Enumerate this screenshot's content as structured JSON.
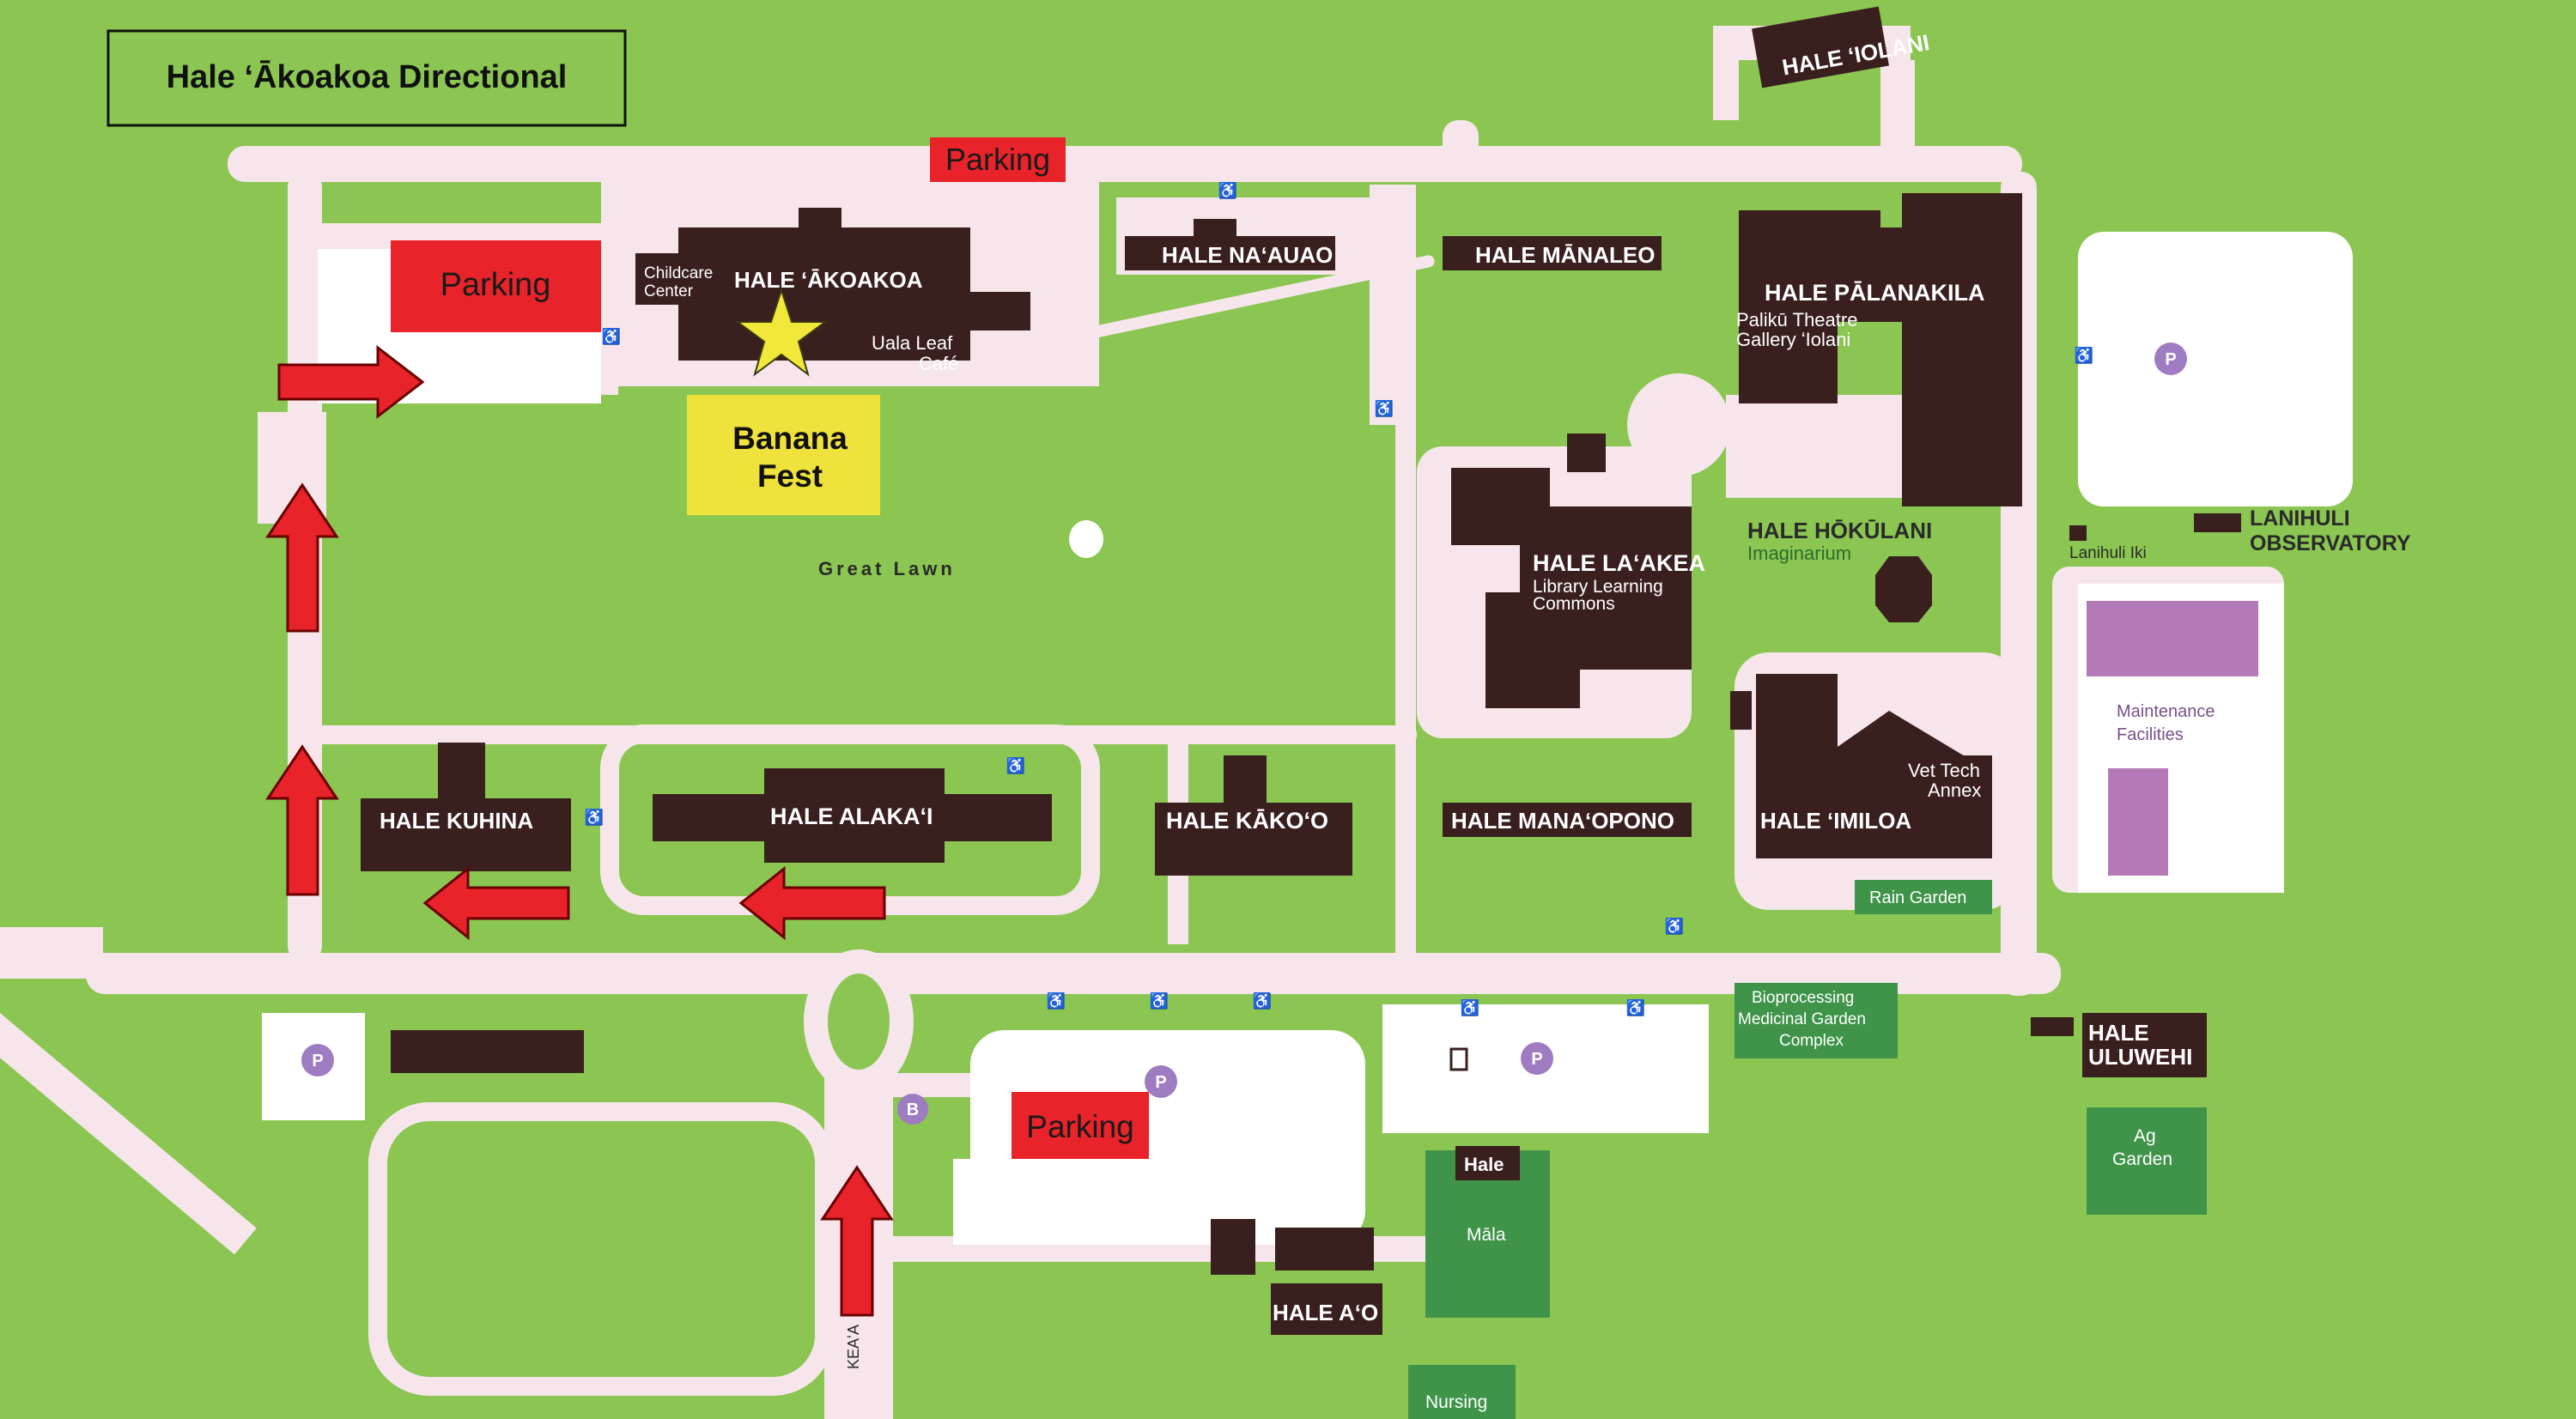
{
  "title": "Hale ‘Ākoakoa Directional",
  "colors": {
    "lawn": "#8bc652",
    "path": "#f6e6ec",
    "building": "#3a1f1f",
    "parking_tag": "#e8232a",
    "arrow": "#e8232a",
    "highlight": "#f0e23c",
    "star": "#f2e83a",
    "garden": "#3f9449",
    "maintenance": "#b47ab8",
    "icon": "#9e7cc1"
  },
  "parking_tags": [
    "Parking",
    "Parking",
    "Parking"
  ],
  "highlight": {
    "line1": "Banana",
    "line2": "Fest"
  },
  "lawn_label": "Great Lawn",
  "road_label": "KEAʻA",
  "buildings": {
    "akoakoa": "HALE ʻĀKOAKOA",
    "childcare_1": "Childcare",
    "childcare_2": "Center",
    "cafe_1": "Uala Leaf",
    "cafe_2": "Café",
    "nauao": "HALE NAʻAUAO",
    "manaleo": "HALE MĀNALEO",
    "iolani": "HALE ʻIOLANI",
    "palanakila": "HALE PĀLANAKILA",
    "paliku_1": "Palikū Theatre",
    "paliku_2": "Gallery ʻIolani",
    "laakea": "HALE LAʻAKEA",
    "laakea_sub_1": "Library Learning",
    "laakea_sub_2": "Commons",
    "hokulani": "HALE HŌKŪLANI",
    "imaginarium": "Imaginarium",
    "lanihuli_1": "LANIHULI",
    "lanihuli_2": "OBSERVATORY",
    "lanihuli_iki": "Lanihuli Iki",
    "maintenance_1": "Maintenance",
    "maintenance_2": "Facilities",
    "kuhina": "HALE KUHINA",
    "alakai": "HALE ALAKAʻI",
    "kakoo": "HALE KĀKOʻO",
    "manaopono": "HALE MANAʻOPONO",
    "imiloa": "HALE ʻIMILOA",
    "vettech_1": "Vet Tech",
    "vettech_2": "Annex",
    "rain_garden": "Rain Garden",
    "bioprocessing_1": "Bioprocessing",
    "bioprocessing_2": "Medicinal Garden",
    "bioprocessing_3": "Complex",
    "uluwehi_1": "HALE",
    "uluwehi_2": "ULUWEHI",
    "ag_1": "Ag",
    "ag_2": "Garden",
    "hale_mala_1": "Hale",
    "hale_mala_2": "Māla",
    "aeo": "HALE AʻO",
    "nursing": "Nursing"
  },
  "icons": {
    "parking_symbol": "P",
    "bus_symbol": "B",
    "accessible_symbol": "♿",
    "star": "star-icon",
    "arrow": "arrow-icon",
    "ev": "ev-charging-icon"
  }
}
